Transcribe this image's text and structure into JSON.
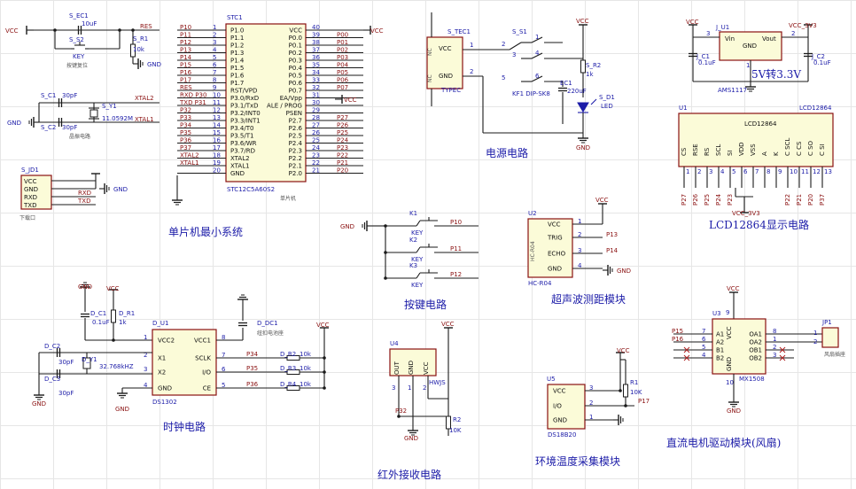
{
  "modules": {
    "mcu": "单片机最小系统",
    "power": "电源电路",
    "lcd": "LCD12864显示电路",
    "keys": "按键电路",
    "ultra": "超声波测距模块",
    "clock": "时钟电路",
    "ir": "红外接收电路",
    "temp": "环境温度采集模块",
    "motor": "直流电机驱动模块(风扇)"
  },
  "nets": {
    "vcc": "VCC",
    "gnd": "GND",
    "res": "RES",
    "xtal1": "XTAL1",
    "xtal2": "XTAL2",
    "rxd": "RXD",
    "txd": "TXD",
    "vcc3v3": "VCC_3V3",
    "p10": "P10",
    "p11": "P11",
    "p12": "P12",
    "p13": "P13",
    "p14": "P14",
    "p15": "P15",
    "p16": "P16",
    "p17": "P17",
    "p32": "P32",
    "p34": "P34",
    "p35": "P35",
    "p36": "P36"
  },
  "reset": {
    "cap_ref": "S_EC1",
    "cap_val": "10uF",
    "key_ref": "S_S2",
    "key_label": "KEY",
    "res_ref": "S_R1",
    "res_val": "10k",
    "caption": "按键复位"
  },
  "crystal": {
    "c1_ref": "S_C1",
    "c1_val": "30pF",
    "c2_ref": "S_C2",
    "c2_val": "30pF",
    "y_ref": "S_Y1",
    "y_val": "11.0592M",
    "caption": "晶振电路"
  },
  "download": {
    "ref": "S_JD1",
    "pins": [
      "VCC",
      "GND",
      "RXD",
      "TXD"
    ],
    "caption": "下载口"
  },
  "mcu_chip": {
    "ref": "STC1",
    "part": "STC12C5A60S2",
    "caption": "单片机",
    "left_pins": [
      {
        "name": "P1.0",
        "num": "1",
        "net": "P10"
      },
      {
        "name": "P1.1",
        "num": "2",
        "net": "P11"
      },
      {
        "name": "P1.2",
        "num": "3",
        "net": "P12"
      },
      {
        "name": "P1.3",
        "num": "4",
        "net": "P13"
      },
      {
        "name": "P1.4",
        "num": "5",
        "net": "P14"
      },
      {
        "name": "P1.5",
        "num": "6",
        "net": "P15"
      },
      {
        "name": "P1.6",
        "num": "7",
        "net": "P16"
      },
      {
        "name": "P1.7",
        "num": "8",
        "net": "P17"
      },
      {
        "name": "RST/VPD",
        "num": "9",
        "net": "RES"
      },
      {
        "name": "P3.0/RxD",
        "num": "10",
        "net": "RXD P30"
      },
      {
        "name": "P3.1/TxD",
        "num": "11",
        "net": "TXD P31"
      },
      {
        "name": "P3.2/INT0",
        "num": "12",
        "net": "P32"
      },
      {
        "name": "P3.3/INT1",
        "num": "13",
        "net": "P33"
      },
      {
        "name": "P3.4/T0",
        "num": "14",
        "net": "P34"
      },
      {
        "name": "P3.5/T1",
        "num": "15",
        "net": "P35"
      },
      {
        "name": "P3.6/WR",
        "num": "16",
        "net": "P36"
      },
      {
        "name": "P3.7/RD",
        "num": "17",
        "net": "P37"
      },
      {
        "name": "XTAL2",
        "num": "18",
        "net": "XTAL2"
      },
      {
        "name": "XTAL1",
        "num": "19",
        "net": "XTAL1"
      },
      {
        "name": "GND",
        "num": "20",
        "net": ""
      }
    ],
    "right_pins": [
      {
        "name": "VCC",
        "num": "40",
        "net": "VCC"
      },
      {
        "name": "P0.0",
        "num": "39",
        "net": "P00"
      },
      {
        "name": "P0.1",
        "num": "38",
        "net": "P01"
      },
      {
        "name": "P0.2",
        "num": "37",
        "net": "P02"
      },
      {
        "name": "P0.3",
        "num": "36",
        "net": "P03"
      },
      {
        "name": "P0.4",
        "num": "35",
        "net": "P04"
      },
      {
        "name": "P0.5",
        "num": "34",
        "net": "P05"
      },
      {
        "name": "P0.6",
        "num": "33",
        "net": "P06"
      },
      {
        "name": "P0.7",
        "num": "32",
        "net": "P07"
      },
      {
        "name": "EA/Vpp",
        "num": "31",
        "net": "VCC"
      },
      {
        "name": "ALE / PROG",
        "num": "30",
        "net": ""
      },
      {
        "name": "PSEN",
        "num": "29",
        "net": ""
      },
      {
        "name": "P2.7",
        "num": "28",
        "net": "P27"
      },
      {
        "name": "P2.6",
        "num": "27",
        "net": "P26"
      },
      {
        "name": "P2.5",
        "num": "26",
        "net": "P25"
      },
      {
        "name": "P2.4",
        "num": "25",
        "net": "P24"
      },
      {
        "name": "P2.3",
        "num": "24",
        "net": "P23"
      },
      {
        "name": "P2.2",
        "num": "23",
        "net": "P22"
      },
      {
        "name": "P2.1",
        "num": "22",
        "net": "P21"
      },
      {
        "name": "P2.0",
        "num": "21",
        "net": "P20"
      }
    ]
  },
  "power": {
    "tec_ref": "S_TEC1",
    "tec_part": "TYPEC",
    "tec_pins": [
      "VCC",
      "GND"
    ],
    "tec_nums": [
      "1",
      "2"
    ],
    "sw_ref": "S_S1",
    "sw_part": "KF1 DIP-SK8",
    "sw_nums": [
      "1",
      "2",
      "3",
      "4",
      "5",
      "6"
    ],
    "r_ref": "S_R2",
    "r_val": "1k",
    "ec_ref": "EC1",
    "ec_val": "220uF",
    "led_ref": "S_D1",
    "led_part": "LED",
    "nc": "NC"
  },
  "ldo": {
    "ref": "J_U1",
    "part": "AMS1117",
    "pins": [
      "Vin",
      "GND",
      "Vout"
    ],
    "nums": [
      "3",
      "1",
      "2"
    ],
    "c1_ref": "J_C1",
    "c1_val": "0.1uF",
    "c2_ref": "J_C2",
    "c2_val": "0.1uF",
    "label": "5V转3.3V"
  },
  "lcd": {
    "ref": "U1",
    "part": "LCD12864",
    "pins": [
      "CS",
      "RSE",
      "RS",
      "SCL",
      "SI",
      "VDD",
      "VSS",
      "A",
      "K",
      "C SCL",
      "C CS",
      "C SO",
      "C SI"
    ],
    "nums": [
      "1",
      "2",
      "3",
      "4",
      "5",
      "6",
      "7",
      "8",
      "9",
      "10",
      "11",
      "12",
      "13"
    ],
    "nets": [
      "P27",
      "P26",
      "P25",
      "P24",
      "P23",
      "",
      "",
      "",
      "",
      "P22",
      "P21",
      "P20",
      "P37"
    ]
  },
  "keys": {
    "refs": [
      "K1",
      "K2",
      "K3"
    ],
    "label": "KEY",
    "nets": [
      "P10",
      "P11",
      "P12"
    ]
  },
  "ultra": {
    "ref": "U2",
    "part": "HC-R04",
    "pins": [
      "VCC",
      "TRIG",
      "ECHO",
      "GND"
    ],
    "nums": [
      "1",
      "2",
      "3",
      "4"
    ]
  },
  "rtc": {
    "ref": "D_U1",
    "part": "DS1302",
    "pins_l": [
      "VCC2",
      "X1",
      "X2",
      "GND"
    ],
    "pins_r": [
      "VCC1",
      "SCLK",
      "I/O",
      "CE"
    ],
    "nums_l": [
      "1",
      "2",
      "3",
      "4"
    ],
    "nums_r": [
      "8",
      "7",
      "6",
      "5"
    ],
    "c1_ref": "D_C1",
    "c1_val": "0.1uF",
    "r1_ref": "D_R1",
    "r1_val": "1k",
    "dc_ref": "D_DC1",
    "dc_label": "纽扣电池座",
    "c2_ref": "D_C2",
    "c2_val": "30pF",
    "c3_ref": "D_C3",
    "c3_val": "30pF",
    "y_ref": "D_Y1",
    "y_val": "32.768kHZ",
    "rs": [
      {
        "ref": "D_R2",
        "val": "10k"
      },
      {
        "ref": "D_R3",
        "val": "10k"
      },
      {
        "ref": "D_R4",
        "val": "10k"
      }
    ]
  },
  "ir": {
    "ref": "U4",
    "part": "HWJS",
    "pins": [
      "OUT",
      "GND",
      "VCC"
    ],
    "nums": [
      "3",
      "1",
      "2"
    ],
    "r_ref": "R2",
    "r_val": "10K"
  },
  "temp": {
    "ref": "U5",
    "part": "DS18B20",
    "pins": [
      "VCC",
      "I/O",
      "GND"
    ],
    "nums": [
      "3",
      "2",
      "1"
    ],
    "r_ref": "R1",
    "r_val": "10K"
  },
  "motor": {
    "ref": "U3",
    "part": "MX1508",
    "pins_l": [
      "A1",
      "A2",
      "B1",
      "B2"
    ],
    "pins_r": [
      "OA1",
      "OA2",
      "OB1",
      "OB2"
    ],
    "nums_l": [
      "7",
      "6",
      "5",
      "4"
    ],
    "nums_r": [
      "8",
      "1",
      "2",
      "3"
    ],
    "top_num": "9",
    "bot_num": "10",
    "jp_ref": "JP1",
    "jp_label": "风扇插座"
  }
}
